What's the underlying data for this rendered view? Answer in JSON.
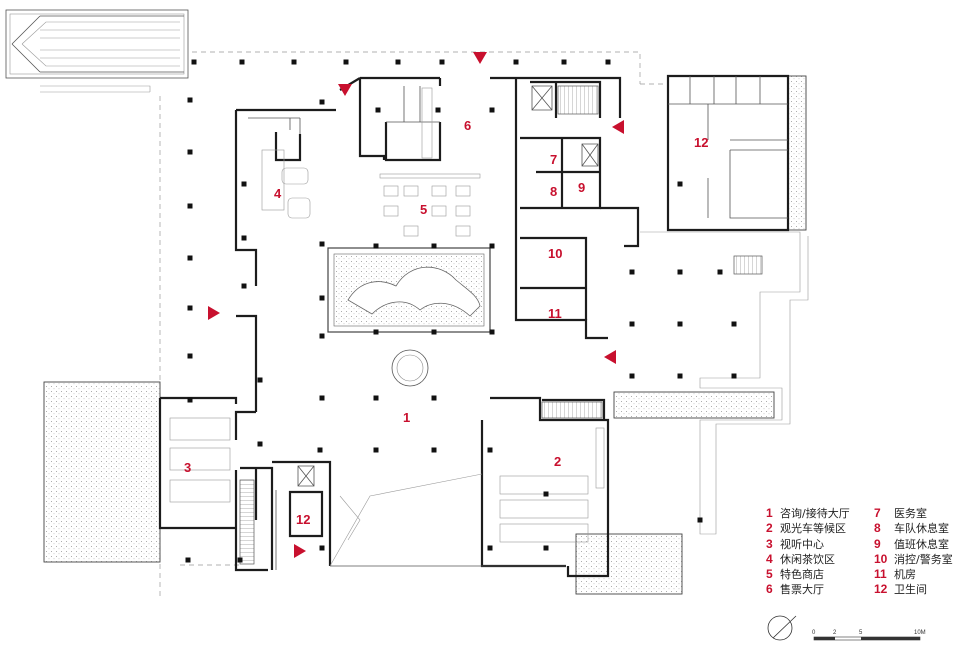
{
  "room_numbers": {
    "r1": "1",
    "r2": "2",
    "r3": "3",
    "r4": "4",
    "r5": "5",
    "r6": "6",
    "r7": "7",
    "r8": "8",
    "r9": "9",
    "r10": "10",
    "r11": "11",
    "r12a": "12",
    "r12b": "12"
  },
  "legend": [
    {
      "num": "1",
      "label": "咨询/接待大厅"
    },
    {
      "num": "2",
      "label": "观光车等候区"
    },
    {
      "num": "3",
      "label": "视听中心"
    },
    {
      "num": "4",
      "label": "休闲茶饮区"
    },
    {
      "num": "5",
      "label": "特色商店"
    },
    {
      "num": "6",
      "label": "售票大厅"
    },
    {
      "num": "7",
      "label": "医务室"
    },
    {
      "num": "8",
      "label": "车队休息室"
    },
    {
      "num": "9",
      "label": "值班休息室"
    },
    {
      "num": "10",
      "label": "消控/警务室"
    },
    {
      "num": "11",
      "label": "机房"
    },
    {
      "num": "12",
      "label": "卫生间"
    }
  ],
  "scale_bar": {
    "ticks": [
      "0",
      "2",
      "5",
      "10M"
    ]
  },
  "colors": {
    "accent": "#c8102e",
    "line": "#1c1c1c"
  },
  "icons": {
    "north_arrow": "north-arrow-icon",
    "entrance": "entrance-arrow-icon"
  }
}
